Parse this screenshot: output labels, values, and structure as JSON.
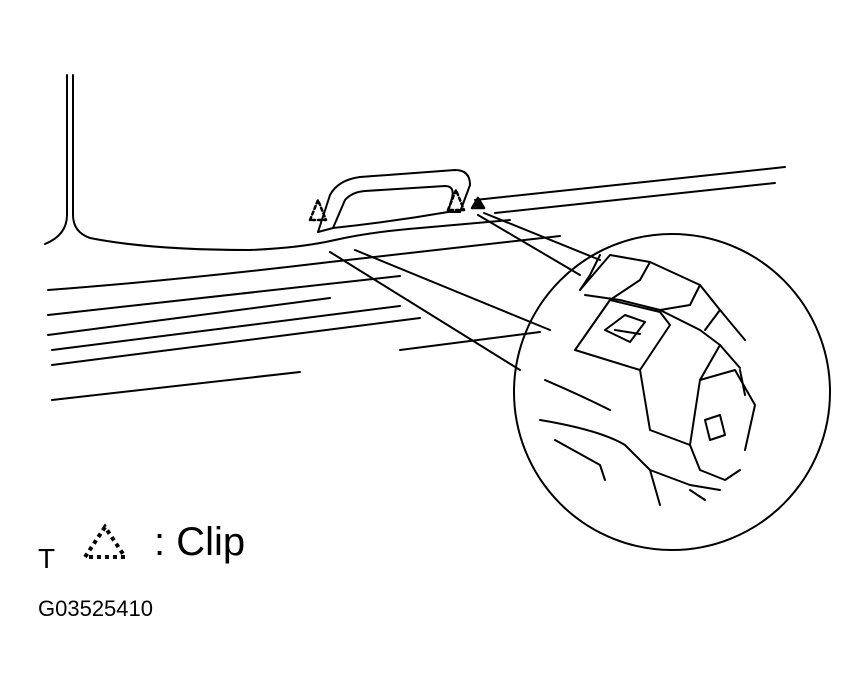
{
  "legend": {
    "prefix": "T",
    "symbol_icon": "dashed-triangle-icon",
    "label": ": Clip"
  },
  "figure_code": "G03525410",
  "colors": {
    "ink": "#000000",
    "paper": "#ffffff"
  }
}
